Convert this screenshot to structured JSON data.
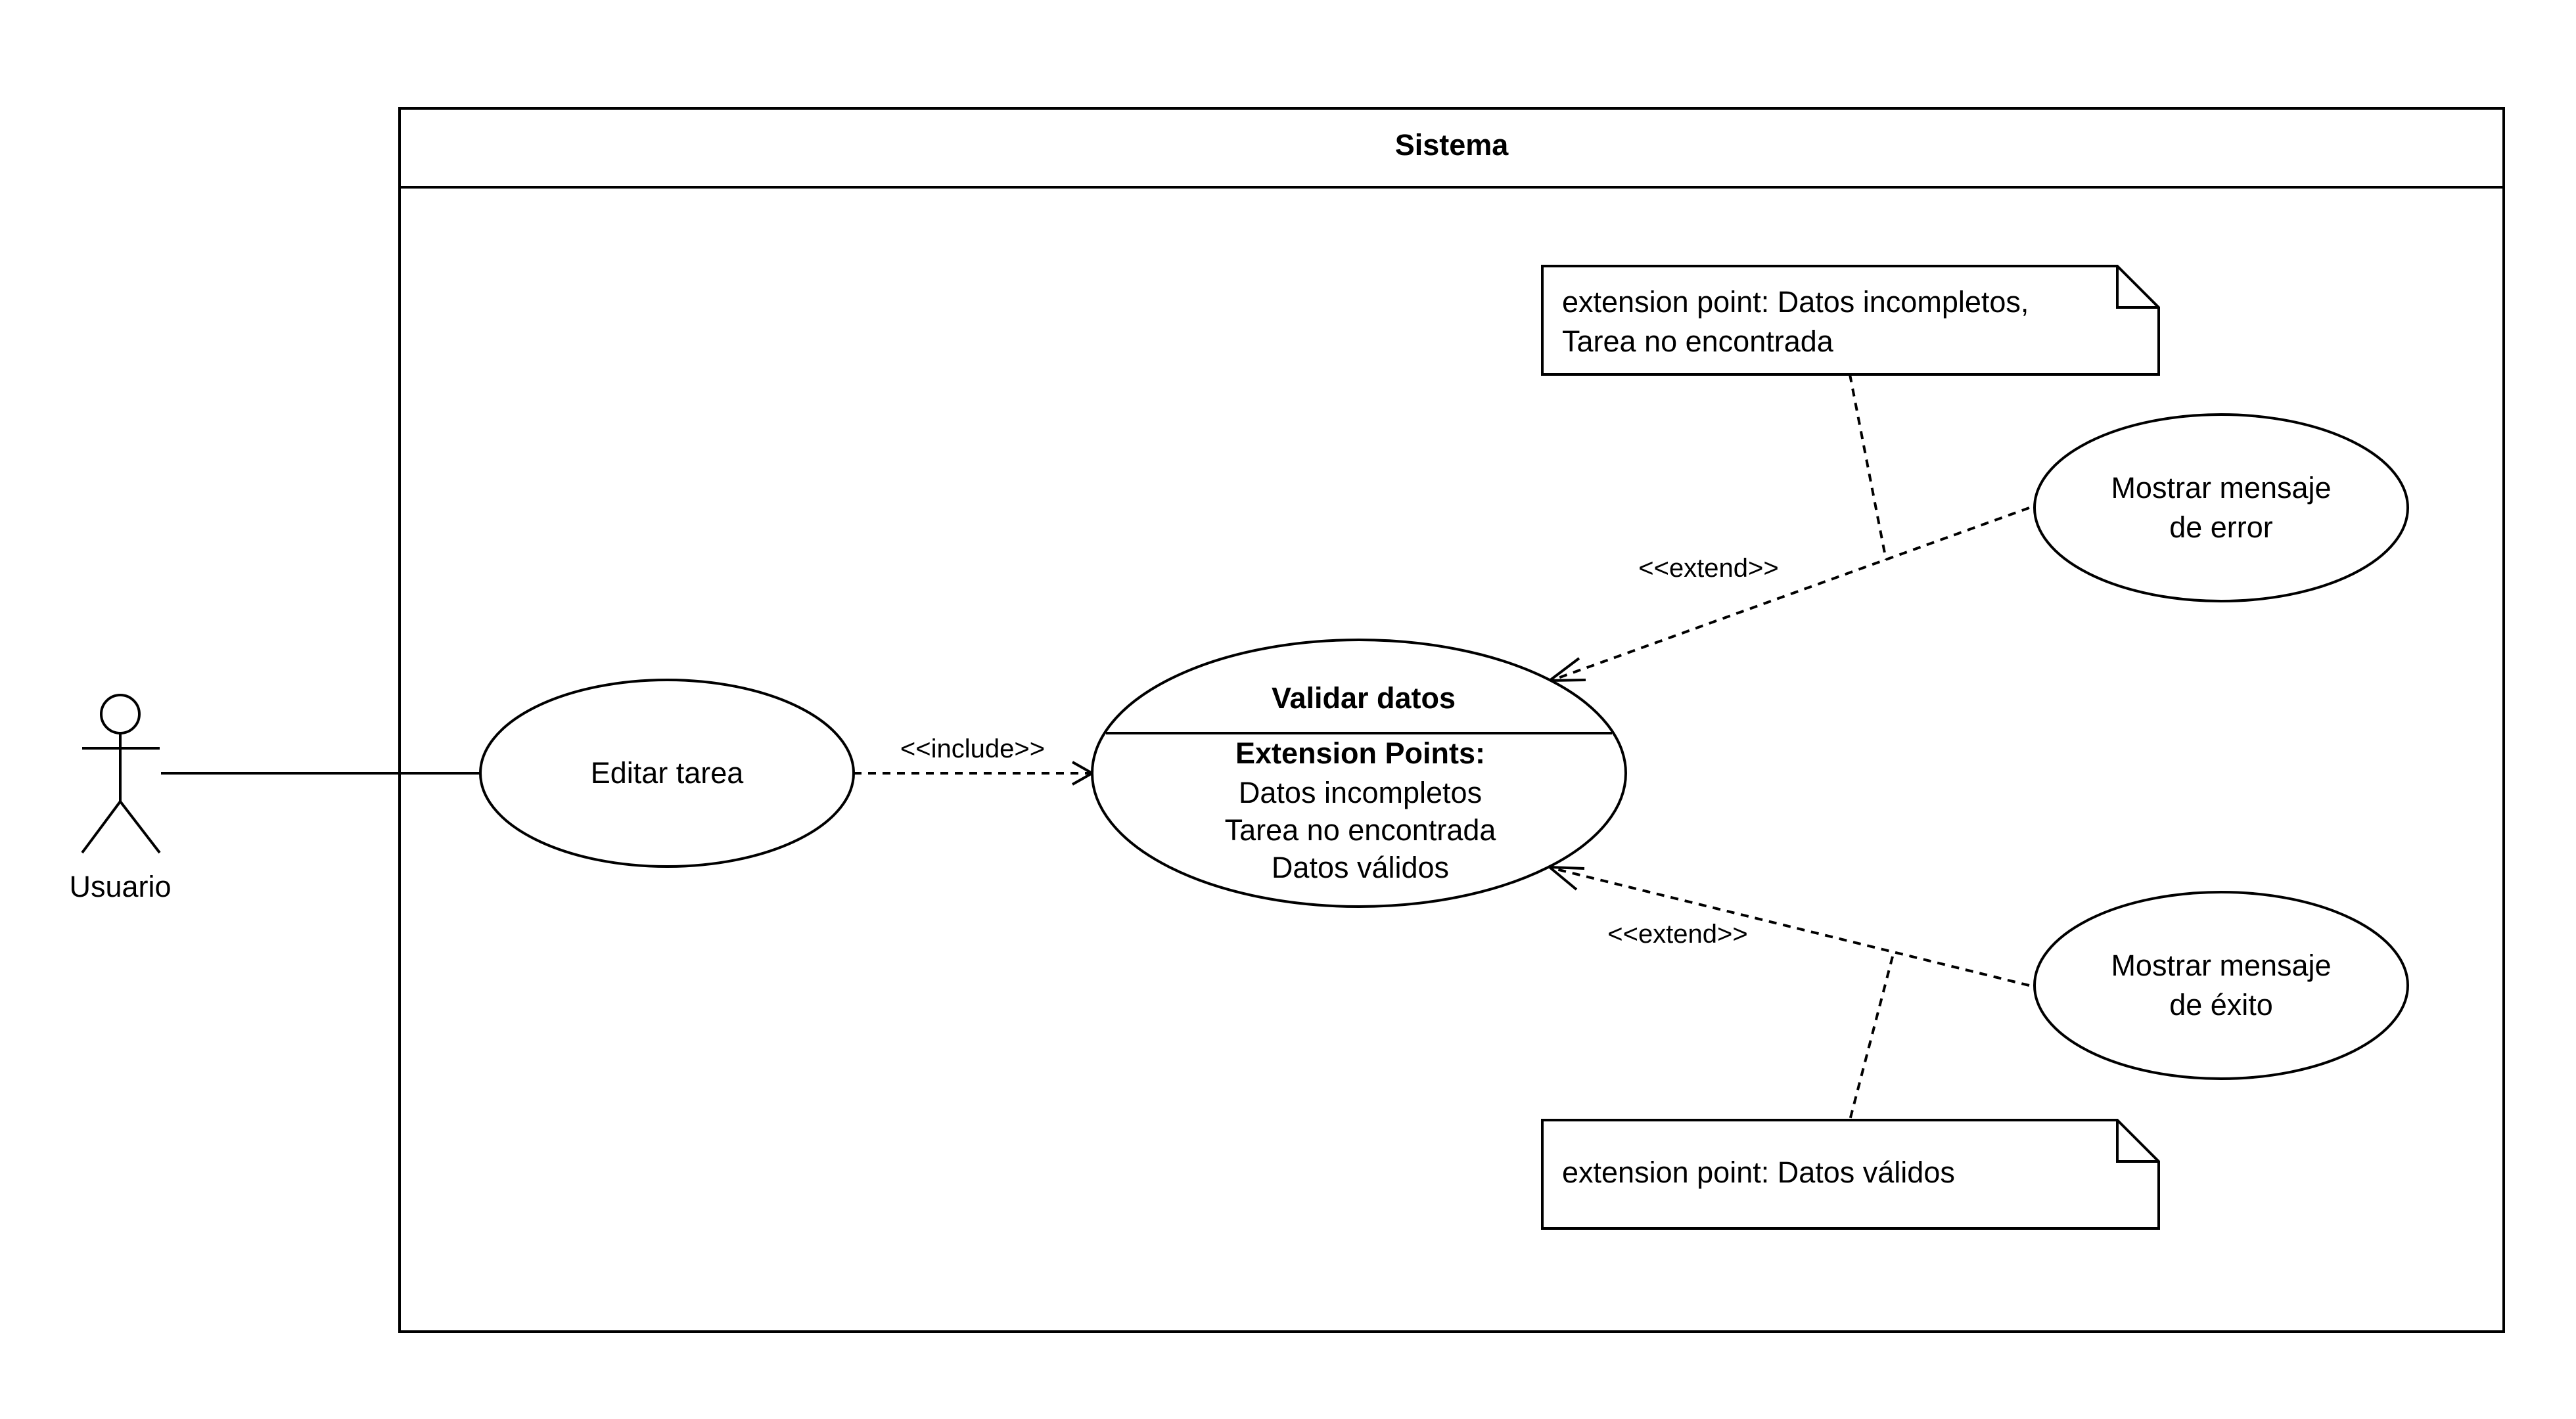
{
  "system": {
    "title": "Sistema"
  },
  "actor": {
    "label": "Usuario"
  },
  "use_cases": {
    "editar_tarea": "Editar tarea",
    "validar_datos": {
      "title": "Validar datos",
      "ext_header": "Extension Points:",
      "ext_points": [
        "Datos incompletos",
        "Tarea no encontrada",
        "Datos válidos"
      ]
    },
    "mensaje_error": [
      "Mostrar mensaje",
      "de error"
    ],
    "mensaje_exito": [
      "Mostrar mensaje",
      "de éxito"
    ]
  },
  "relations": {
    "include": "<<include>>",
    "extend_error": "<<extend>>",
    "extend_exito": "<<extend>>"
  },
  "notes": {
    "error": [
      "extension point: Datos incompletos,",
      "Tarea no encontrada"
    ],
    "exito": [
      "extension point: Datos válidos"
    ]
  }
}
